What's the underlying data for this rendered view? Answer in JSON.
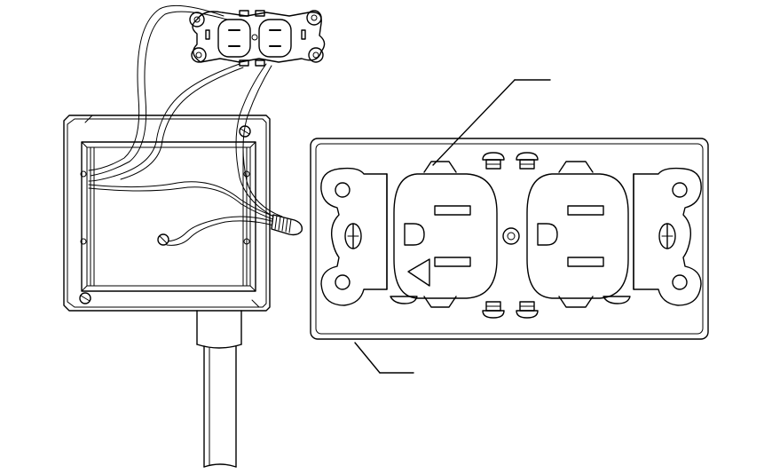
{
  "diagram": {
    "description_labels": [],
    "colors": {
      "stroke": "#000000",
      "background": "#ffffff"
    },
    "parts": [
      "duplex-receptacle-small",
      "electrical-box",
      "conduit",
      "wire-nut",
      "ground-screw",
      "receptacle-front-view",
      "leader-line-top",
      "leader-line-bottom"
    ]
  }
}
